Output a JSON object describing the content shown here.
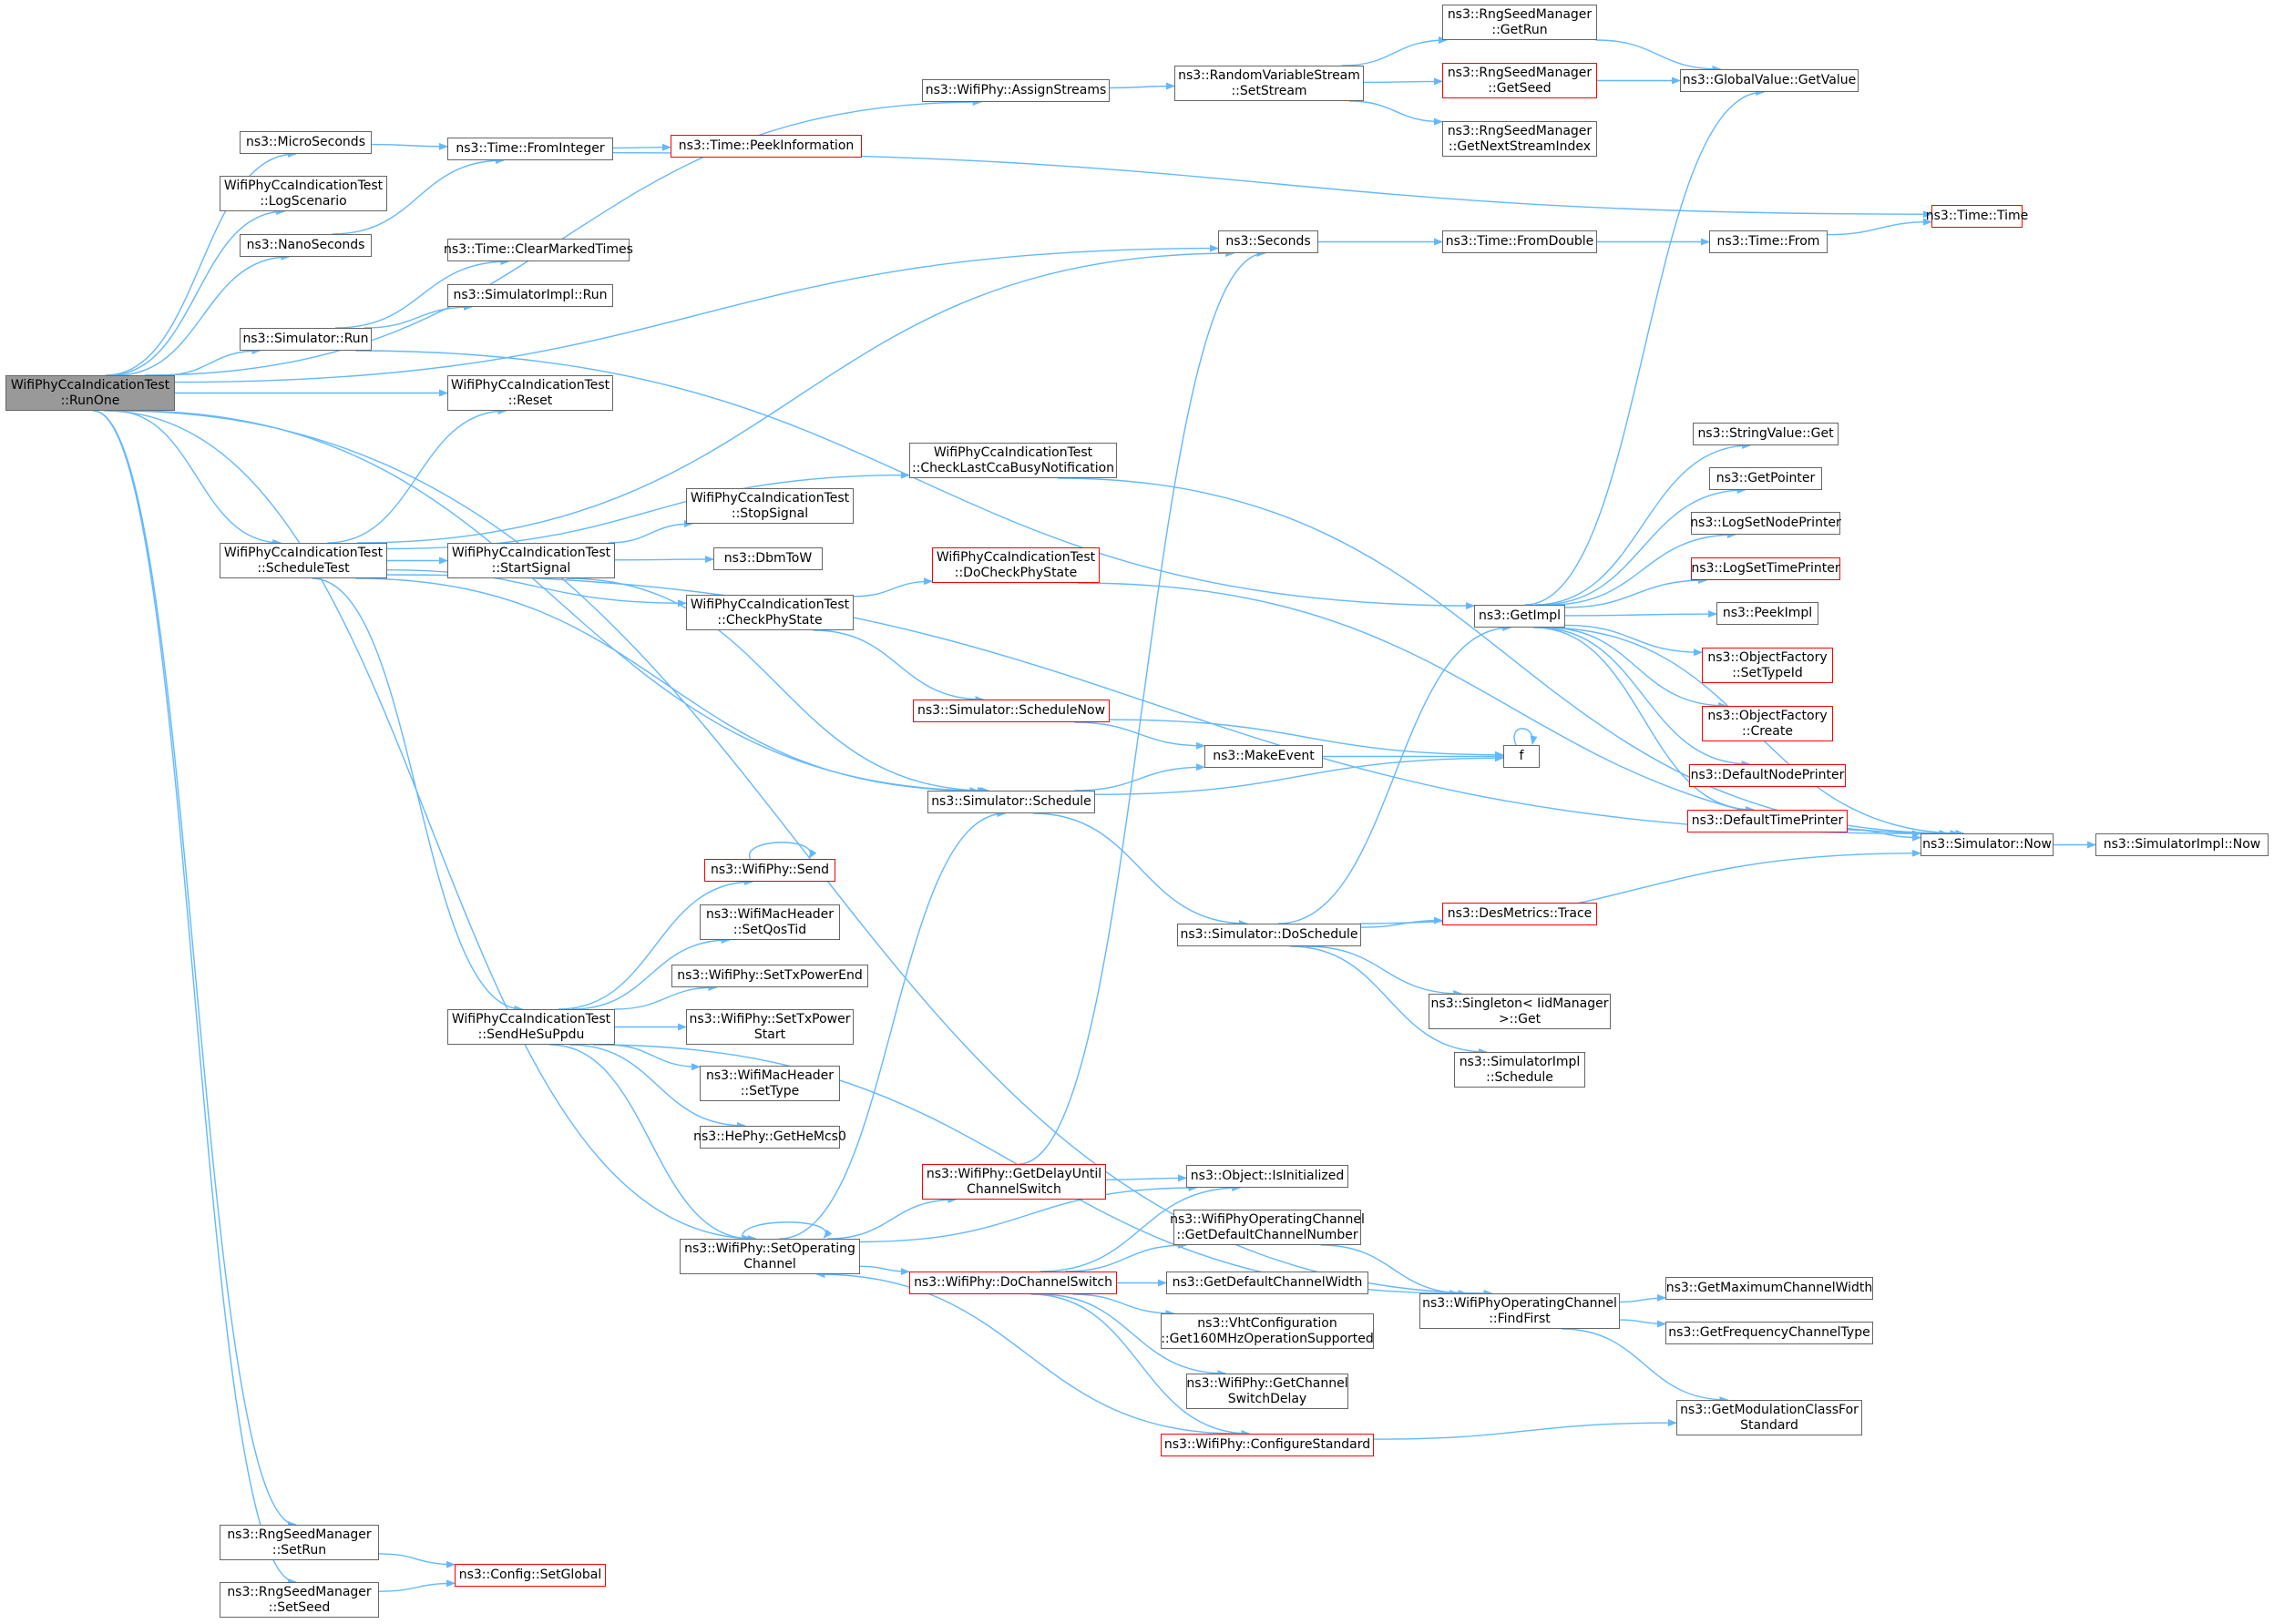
{
  "colors": {
    "edge": "#63b8ff",
    "border": "#666666",
    "red_border": "#ff0000",
    "root_fill": "#999999"
  },
  "nodes": [
    {
      "id": "runone",
      "lines": [
        "WifiPhyCcaIndicationTest",
        "::RunOne"
      ],
      "root": true
    },
    {
      "id": "microseconds",
      "lines": [
        "ns3::MicroSeconds"
      ]
    },
    {
      "id": "logscenario",
      "lines": [
        "WifiPhyCcaIndicationTest",
        "::LogScenario"
      ]
    },
    {
      "id": "nanoseconds",
      "lines": [
        "ns3::NanoSeconds"
      ]
    },
    {
      "id": "simrun",
      "lines": [
        "ns3::Simulator::Run"
      ]
    },
    {
      "id": "reset",
      "lines": [
        "WifiPhyCcaIndicationTest",
        "::Reset"
      ]
    },
    {
      "id": "scheduletest",
      "lines": [
        "WifiPhyCcaIndicationTest",
        "::ScheduleTest"
      ]
    },
    {
      "id": "sendhesuppdu",
      "lines": [
        "WifiPhyCcaIndicationTest",
        "::SendHeSuPpdu"
      ]
    },
    {
      "id": "setrun",
      "lines": [
        "ns3::RngSeedManager",
        "::SetRun"
      ]
    },
    {
      "id": "setseed",
      "lines": [
        "ns3::RngSeedManager",
        "::SetSeed"
      ]
    },
    {
      "id": "fromint",
      "lines": [
        "ns3::Time::FromInteger"
      ]
    },
    {
      "id": "clearmarked",
      "lines": [
        "ns3::Time::ClearMarkedTimes"
      ]
    },
    {
      "id": "simimplrun",
      "lines": [
        "ns3::SimulatorImpl::Run"
      ]
    },
    {
      "id": "startsignal",
      "lines": [
        "WifiPhyCcaIndicationTest",
        "::StartSignal"
      ]
    },
    {
      "id": "stopsignal",
      "lines": [
        "WifiPhyCcaIndicationTest",
        "::StopSignal"
      ]
    },
    {
      "id": "dbmtow",
      "lines": [
        "ns3::DbmToW"
      ]
    },
    {
      "id": "checkphystate",
      "lines": [
        "WifiPhyCcaIndicationTest",
        "::CheckPhyState"
      ]
    },
    {
      "id": "wifisend",
      "lines": [
        "ns3::WifiPhy::Send"
      ],
      "red": true
    },
    {
      "id": "setqostid",
      "lines": [
        "ns3::WifiMacHeader",
        "::SetQosTid"
      ]
    },
    {
      "id": "settxpowerend",
      "lines": [
        "ns3::WifiPhy::SetTxPowerEnd"
      ]
    },
    {
      "id": "settxpowerstart",
      "lines": [
        "ns3::WifiPhy::SetTxPower",
        "Start"
      ]
    },
    {
      "id": "settype",
      "lines": [
        "ns3::WifiMacHeader",
        "::SetType"
      ]
    },
    {
      "id": "gethemcs0",
      "lines": [
        "ns3::HePhy::GetHeMcs0"
      ]
    },
    {
      "id": "setopchannel",
      "lines": [
        "ns3::WifiPhy::SetOperating",
        "Channel"
      ]
    },
    {
      "id": "peekinfo",
      "lines": [
        "ns3::Time::PeekInformation"
      ],
      "red": true
    },
    {
      "id": "assignstreams",
      "lines": [
        "ns3::WifiPhy::AssignStreams"
      ]
    },
    {
      "id": "checklastcca",
      "lines": [
        "WifiPhyCcaIndicationTest",
        "::CheckLastCcaBusyNotification"
      ]
    },
    {
      "id": "docheckphystate",
      "lines": [
        "WifiPhyCcaIndicationTest",
        "::DoCheckPhyState"
      ],
      "red": true
    },
    {
      "id": "schedulenow",
      "lines": [
        "ns3::Simulator::ScheduleNow"
      ],
      "red": true
    },
    {
      "id": "simschedule",
      "lines": [
        "ns3::Simulator::Schedule"
      ]
    },
    {
      "id": "getdelay",
      "lines": [
        "ns3::WifiPhy::GetDelayUntil",
        "ChannelSwitch"
      ],
      "red": true
    },
    {
      "id": "dochannelswitch",
      "lines": [
        "ns3::WifiPhy::DoChannelSwitch"
      ],
      "red": true
    },
    {
      "id": "setstream",
      "lines": [
        "ns3::RandomVariableStream",
        "::SetStream"
      ]
    },
    {
      "id": "seconds",
      "lines": [
        "ns3::Seconds"
      ]
    },
    {
      "id": "makeevent",
      "lines": [
        "ns3::MakeEvent"
      ]
    },
    {
      "id": "doschedule",
      "lines": [
        "ns3::Simulator::DoSchedule"
      ]
    },
    {
      "id": "isinitialized",
      "lines": [
        "ns3::Object::IsInitialized"
      ]
    },
    {
      "id": "getdefchnum",
      "lines": [
        "ns3::WifiPhyOperatingChannel",
        "::GetDefaultChannelNumber"
      ]
    },
    {
      "id": "getdefchwidth",
      "lines": [
        "ns3::GetDefaultChannelWidth"
      ]
    },
    {
      "id": "get160",
      "lines": [
        "ns3::VhtConfiguration",
        "::Get160MHzOperationSupported"
      ]
    },
    {
      "id": "getchswitchdelay",
      "lines": [
        "ns3::WifiPhy::GetChannel",
        "SwitchDelay"
      ]
    },
    {
      "id": "configstd",
      "lines": [
        "ns3::WifiPhy::ConfigureStandard"
      ],
      "red": true
    },
    {
      "id": "rngrun",
      "lines": [
        "ns3::RngSeedManager",
        "::GetRun"
      ]
    },
    {
      "id": "rngseed",
      "lines": [
        "ns3::RngSeedManager",
        "::GetSeed"
      ],
      "red": true
    },
    {
      "id": "rngnextidx",
      "lines": [
        "ns3::RngSeedManager",
        "::GetNextStreamIndex"
      ]
    },
    {
      "id": "fromdouble",
      "lines": [
        "ns3::Time::FromDouble"
      ]
    },
    {
      "id": "getimpl",
      "lines": [
        "ns3::GetImpl"
      ]
    },
    {
      "id": "singleton",
      "lines": [
        "ns3::Singleton< IidManager",
        ">::Get"
      ]
    },
    {
      "id": "simimplsched",
      "lines": [
        "ns3::SimulatorImpl",
        "::Schedule"
      ]
    },
    {
      "id": "findfirst",
      "lines": [
        "ns3::WifiPhyOperatingChannel",
        "::FindFirst"
      ]
    },
    {
      "id": "setglobal",
      "lines": [
        "ns3::Config::SetGlobal"
      ],
      "red": true
    },
    {
      "id": "globalvalue",
      "lines": [
        "ns3::GlobalValue::GetValue"
      ]
    },
    {
      "id": "timefrom",
      "lines": [
        "ns3::Time::From"
      ]
    },
    {
      "id": "f",
      "lines": [
        "f"
      ]
    },
    {
      "id": "strget",
      "lines": [
        "ns3::StringValue::Get"
      ]
    },
    {
      "id": "getpointer",
      "lines": [
        "ns3::GetPointer"
      ]
    },
    {
      "id": "lognode",
      "lines": [
        "ns3::LogSetNodePrinter"
      ]
    },
    {
      "id": "logtime",
      "lines": [
        "ns3::LogSetTimePrinter"
      ],
      "red": true
    },
    {
      "id": "peekimpl",
      "lines": [
        "ns3::PeekImpl"
      ]
    },
    {
      "id": "ofsettypeid",
      "lines": [
        "ns3::ObjectFactory",
        "::SetTypeId"
      ],
      "red": true
    },
    {
      "id": "ofcreate",
      "lines": [
        "ns3::ObjectFactory",
        "::Create"
      ],
      "red": true
    },
    {
      "id": "defnode",
      "lines": [
        "ns3::DefaultNodePrinter"
      ],
      "red": true
    },
    {
      "id": "deftime",
      "lines": [
        "ns3::DefaultTimePrinter"
      ],
      "red": true
    },
    {
      "id": "destrace",
      "lines": [
        "ns3::DesMetrics::Trace"
      ],
      "red": true
    },
    {
      "id": "timetime",
      "lines": [
        "ns3::Time::Time"
      ],
      "red": true
    },
    {
      "id": "simnow",
      "lines": [
        "ns3::Simulator::Now"
      ]
    },
    {
      "id": "simimplnow",
      "lines": [
        "ns3::SimulatorImpl::Now"
      ]
    },
    {
      "id": "getmaxchw",
      "lines": [
        "ns3::GetMaximumChannelWidth"
      ]
    },
    {
      "id": "getfreqtype",
      "lines": [
        "ns3::GetFrequencyChannelType"
      ]
    },
    {
      "id": "getmodclass",
      "lines": [
        "ns3::GetModulationClassFor",
        "Standard"
      ]
    }
  ]
}
